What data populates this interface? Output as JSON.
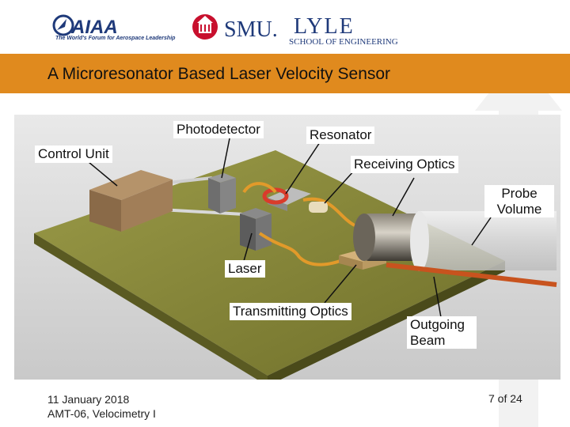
{
  "header": {
    "aiaa_logo_text": "AIAA",
    "aiaa_tagline": "The World's Forum for Aerospace Leadership",
    "smu_text": "SMU.",
    "lyle_text": "LYLE",
    "school_text": "SCHOOL OF ENGINEERING"
  },
  "title": "A Microresonator Based Laser Velocity Sensor",
  "labels": {
    "photodetector": "Photodetector",
    "resonator": "Resonator",
    "control_unit": "Control Unit",
    "receiving_optics": "Receiving Optics",
    "probe_volume_1": "Probe",
    "probe_volume_2": "Volume",
    "laser": "Laser",
    "transmitting_optics": "Transmitting Optics",
    "outgoing_beam_1": "Outgoing",
    "outgoing_beam_2": "Beam"
  },
  "footer": {
    "date": "11 January 2018",
    "course": "AMT-06, Velocimetry I",
    "page": "7 of 24"
  },
  "colors": {
    "title_band": "#e08a1e",
    "aiaa_blue": "#1f3a7a",
    "smu_red": "#c8102e",
    "base_plate": "#8a8a3a"
  }
}
